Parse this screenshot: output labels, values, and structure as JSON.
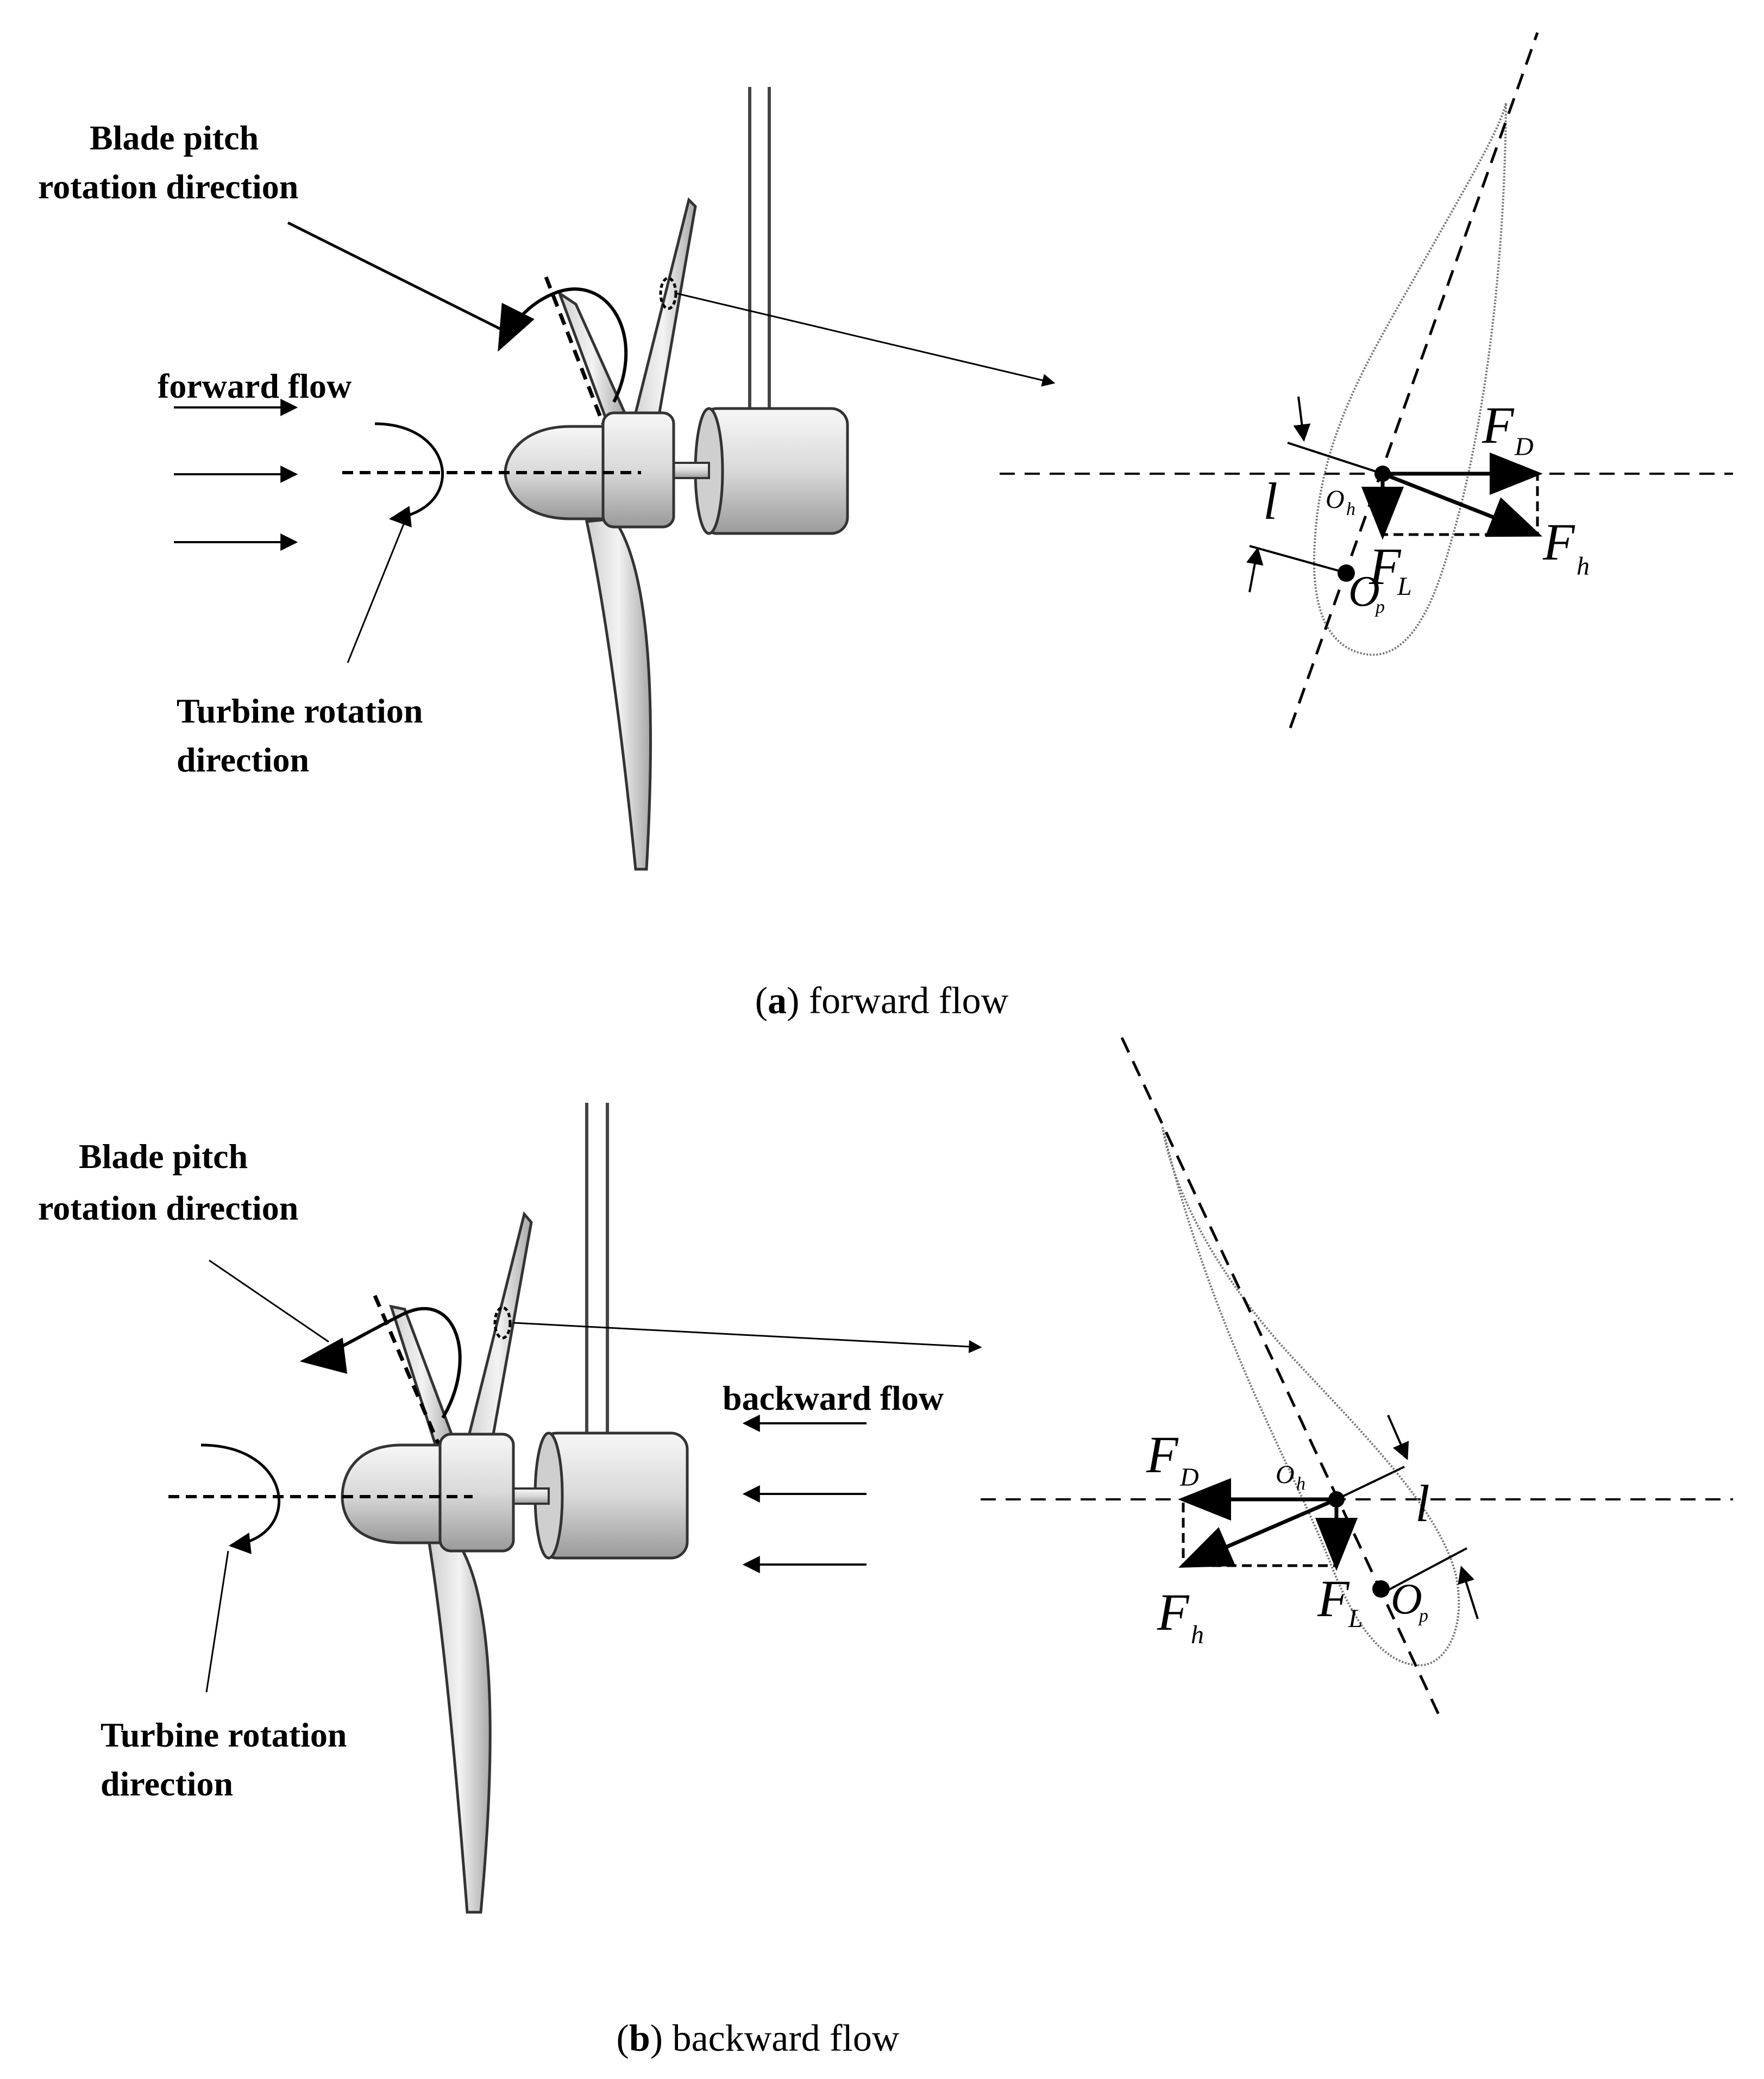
{
  "panel_a": {
    "label_pitch_line1": "Blade pitch",
    "label_pitch_line2": "rotation direction",
    "label_flow": "forward flow",
    "label_turbine_line1": "Turbine rotation",
    "label_turbine_line2": "direction",
    "symbols": {
      "FD_base": "F",
      "FD_sub": "D",
      "FL_base": "F",
      "FL_sub": "L",
      "Fh_base": "F",
      "Fh_sub": "h",
      "l": "l",
      "Oh_base": "O",
      "Oh_sub": "h",
      "Op_base": "O",
      "Op_sub": "p"
    },
    "caption_letter": "a",
    "caption_open": "(",
    "caption_text": ") forward flow"
  },
  "panel_b": {
    "label_pitch_line1": "Blade pitch",
    "label_pitch_line2": "rotation direction",
    "label_flow": "backward flow",
    "label_turbine_line1": "Turbine rotation",
    "label_turbine_line2": "direction",
    "symbols": {
      "FD_base": "F",
      "FD_sub": "D",
      "FL_base": "F",
      "FL_sub": "L",
      "Fh_base": "F",
      "Fh_sub": "h",
      "l": "l",
      "Oh_base": "O",
      "Oh_sub": "h",
      "Op_base": "O",
      "Op_sub": "p"
    },
    "caption_letter": "b",
    "caption_open": "(",
    "caption_text": ") backward flow"
  },
  "colors": {
    "ink": "#000000",
    "body_fill": "#e6e6e6",
    "outline": "#555555"
  }
}
